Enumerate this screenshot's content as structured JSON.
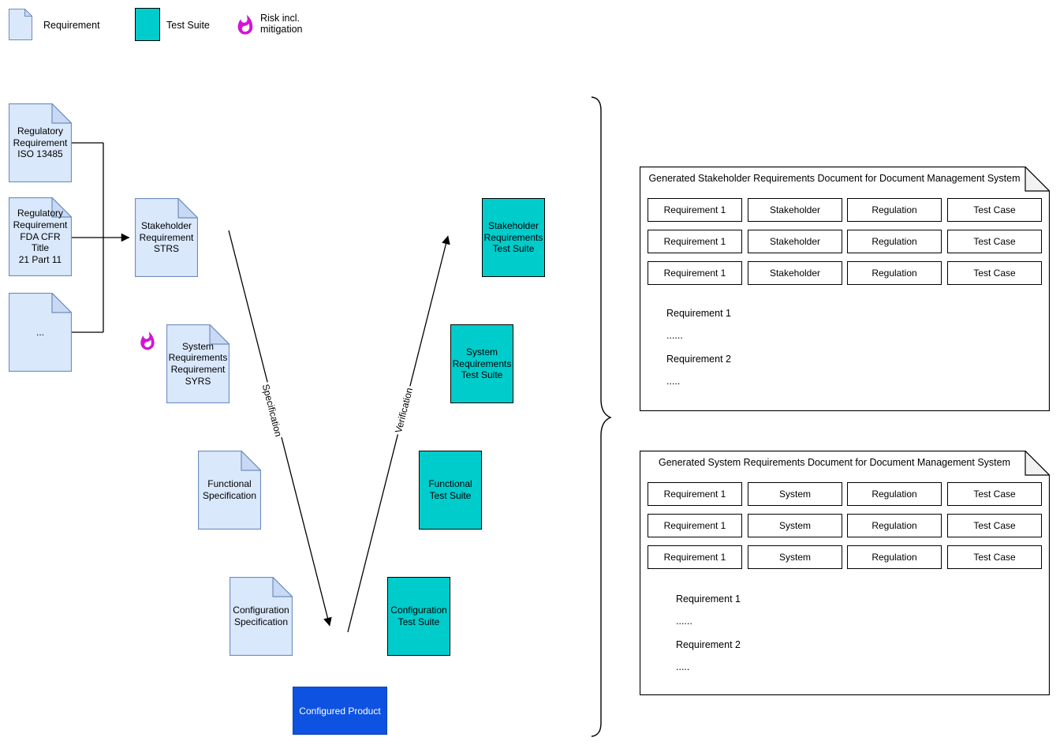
{
  "legend": {
    "items": [
      {
        "icon": "requirement-document-icon",
        "label": "Requirement"
      },
      {
        "icon": "test-suite-swatch",
        "label": "Test Suite"
      },
      {
        "icon": "risk-flame-icon",
        "label": "Risk incl.\nmitigation"
      }
    ]
  },
  "colors": {
    "requirement_fill": "#dae8fc",
    "requirement_stroke": "#6c8ebf",
    "requirement_fold": "#c9d9f3",
    "test_suite_fill": "#00cccc",
    "risk_flame": "#d414d4",
    "product_fill": "#0d52e0",
    "product_text": "#ffffff"
  },
  "nodes": {
    "regulatory_iso": "Regulatory\nRequirement\nISO 13485",
    "regulatory_fda": "Regulatory\nRequirement\nFDA CFR Title\n21 Part 11",
    "more_docs": "...",
    "stakeholder_req": "Stakeholder\nRequirement\nSTRS",
    "system_req": "System\nRequirements\nRequirement\nSYRS",
    "functional_spec": "Functional\nSpecification",
    "configuration_spec": "Configuration\nSpecification",
    "stakeholder_ts": "Stakeholder\nRequirements\nTest Suite",
    "system_ts": "System\nRequirements\nTest Suite",
    "functional_ts": "Functional\nTest Suite",
    "configuration_ts": "Configuration\nTest Suite",
    "configured_product": "Configured Product"
  },
  "edges": {
    "specification": "Specification",
    "verification": "Verification"
  },
  "panels": [
    {
      "title": "Generated Stakeholder Requirements Document for Document Management System",
      "rows": [
        {
          "cells": [
            "Requirement 1",
            "Stakeholder",
            "Regulation",
            "Test Case"
          ]
        },
        {
          "cells": [
            "Requirement 1",
            "Stakeholder",
            "Regulation",
            "Test Case"
          ]
        },
        {
          "cells": [
            "Requirement 1",
            "Stakeholder",
            "Regulation",
            "Test Case"
          ]
        }
      ],
      "body_lines": [
        "Requirement 1",
        "......",
        "Requirement 2",
        "....."
      ]
    },
    {
      "title": "Generated System Requirements Document for Document Management System",
      "rows": [
        {
          "cells": [
            "Requirement 1",
            "System",
            "Regulation",
            "Test Case"
          ]
        },
        {
          "cells": [
            "Requirement 1",
            "System",
            "Regulation",
            "Test Case"
          ]
        },
        {
          "cells": [
            "Requirement 1",
            "System",
            "Regulation",
            "Test Case"
          ]
        }
      ],
      "body_lines": [
        "Requirement 1",
        "......",
        "Requirement 2",
        "....."
      ]
    }
  ]
}
